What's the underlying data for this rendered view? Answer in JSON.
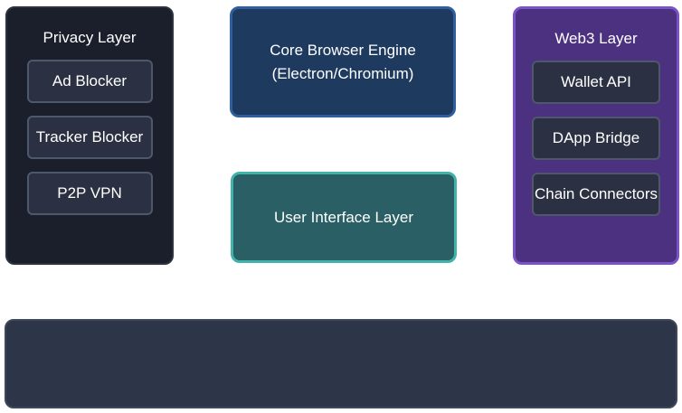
{
  "diagram": {
    "privacy": {
      "title": "Privacy Layer",
      "items": [
        "Ad Blocker",
        "Tracker Blocker",
        "P2P VPN"
      ]
    },
    "core": {
      "line1": "Core Browser Engine",
      "line2": "(Electron/Chromium)"
    },
    "web3": {
      "title": "Web3 Layer",
      "items": [
        "Wallet API",
        "DApp Bridge",
        "Chain Connectors"
      ]
    },
    "ui": {
      "label": "User Interface Layer"
    },
    "bottom": {
      "label": ""
    },
    "colors": {
      "text": "#ffffff",
      "privacy_fill": "#1a1f2b",
      "privacy_border": "#2c333f",
      "item_fill": "#2b3142",
      "item_border": "#4e586b",
      "core_fill": "#1e3a5f",
      "core_border": "#2f5f9e",
      "web3_fill": "#4b3180",
      "web3_border": "#7c52c9",
      "ui_fill": "#2a6065",
      "ui_border": "#42b3aa",
      "bottom_fill": "#2d3548",
      "bottom_border": "#3f4859"
    }
  }
}
